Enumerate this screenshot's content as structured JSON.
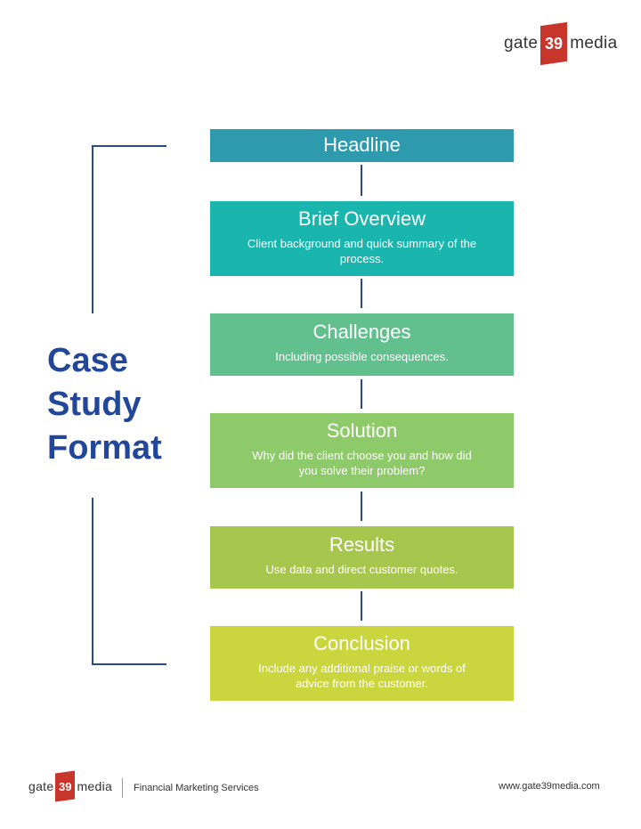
{
  "brand": {
    "name_left": "gate",
    "name_number": "39",
    "name_right": "media",
    "badge_color": "#c8352b"
  },
  "diagram": {
    "title_lines": [
      "Case",
      "Study",
      "Format"
    ],
    "steps": [
      {
        "title": "Headline",
        "description": "",
        "color": "#2e9aae"
      },
      {
        "title": "Brief Overview",
        "description": "Client background and quick summary of the process.",
        "color": "#1ab6ad"
      },
      {
        "title": "Challenges",
        "description": "Including possible consequences.",
        "color": "#62bf8e"
      },
      {
        "title": "Solution",
        "description": "Why did the client choose you and how did you solve their problem?",
        "color": "#8ec96a"
      },
      {
        "title": "Results",
        "description": "Use data and direct customer quotes.",
        "color": "#a7c64e"
      },
      {
        "title": "Conclusion",
        "description": "Include any additional praise or words of advice from the customer.",
        "color": "#cbd63f"
      }
    ]
  },
  "footer": {
    "tagline": "Financial Marketing Services",
    "url": "www.gate39media.com"
  }
}
